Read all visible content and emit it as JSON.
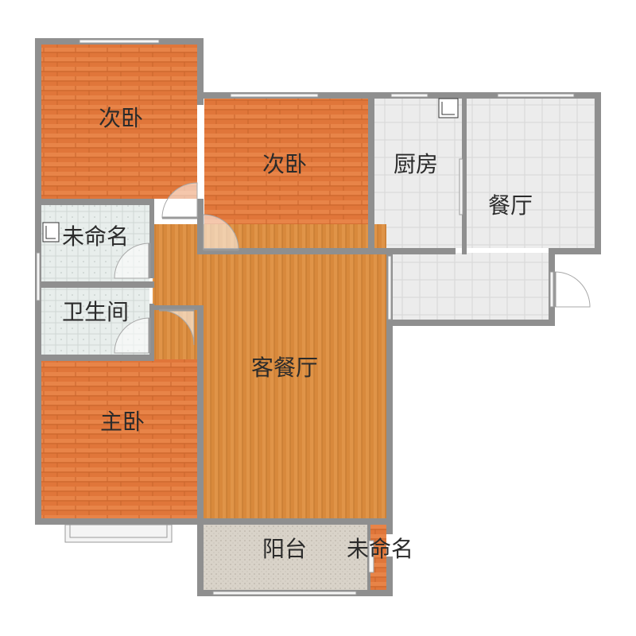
{
  "rooms": {
    "bedroom2_left": {
      "label": "次卧"
    },
    "bedroom2_mid": {
      "label": "次卧"
    },
    "kitchen": {
      "label": "厨房"
    },
    "dining": {
      "label": "餐厅"
    },
    "unnamed_storage": {
      "label": "未命名"
    },
    "bathroom": {
      "label": "卫生间"
    },
    "living": {
      "label": "客餐厅"
    },
    "master": {
      "label": "主卧"
    },
    "balcony": {
      "label": "阳台"
    },
    "unnamed_balcony": {
      "label": "未命名"
    }
  },
  "colors": {
    "wall": "#8f8f8f",
    "wood": "#e07a3c",
    "wood_living": "#d98a3a",
    "tile": "#ececec",
    "bath_tile": "#e6ecea",
    "balcony_tile": "#d8d2c8",
    "window": "#f4f4f4"
  }
}
